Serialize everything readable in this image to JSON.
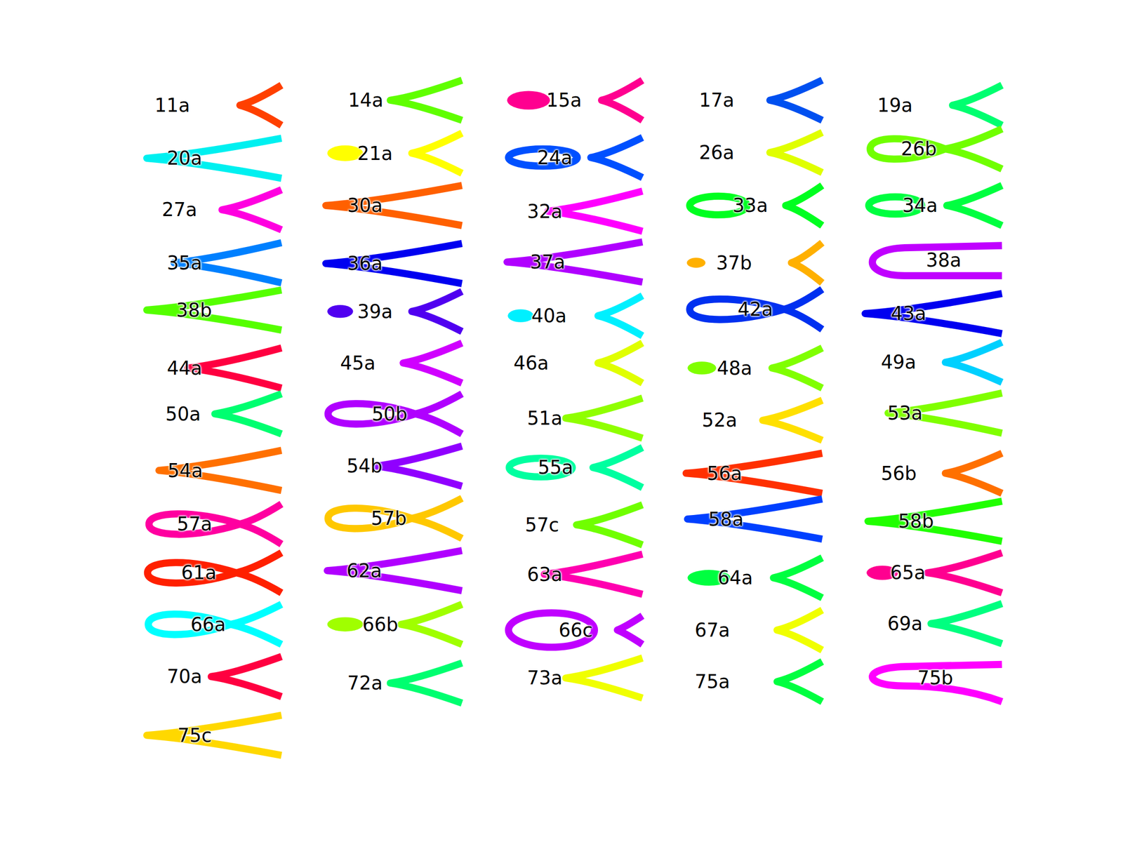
{
  "diagram": {
    "labels": [
      "11a",
      "14a",
      "15a",
      "17a",
      "19a",
      "20a",
      "21a",
      "24a",
      "26a",
      "26b",
      "27a",
      "30a",
      "32a",
      "33a",
      "34a",
      "35a",
      "36a",
      "37a",
      "37b",
      "38a",
      "38b",
      "39a",
      "40a",
      "42a",
      "43a",
      "44a",
      "45a",
      "46a",
      "48a",
      "49a",
      "50a",
      "50b",
      "51a",
      "52a",
      "53a",
      "54a",
      "54b",
      "55a",
      "56a",
      "56b",
      "57a",
      "57b",
      "57c",
      "58a",
      "58b",
      "61a",
      "62a",
      "63a",
      "64a",
      "65a",
      "66a",
      "66b",
      "66c",
      "67a",
      "69a",
      "70a",
      "72a",
      "73a",
      "75a",
      "75b",
      "75c"
    ]
  }
}
